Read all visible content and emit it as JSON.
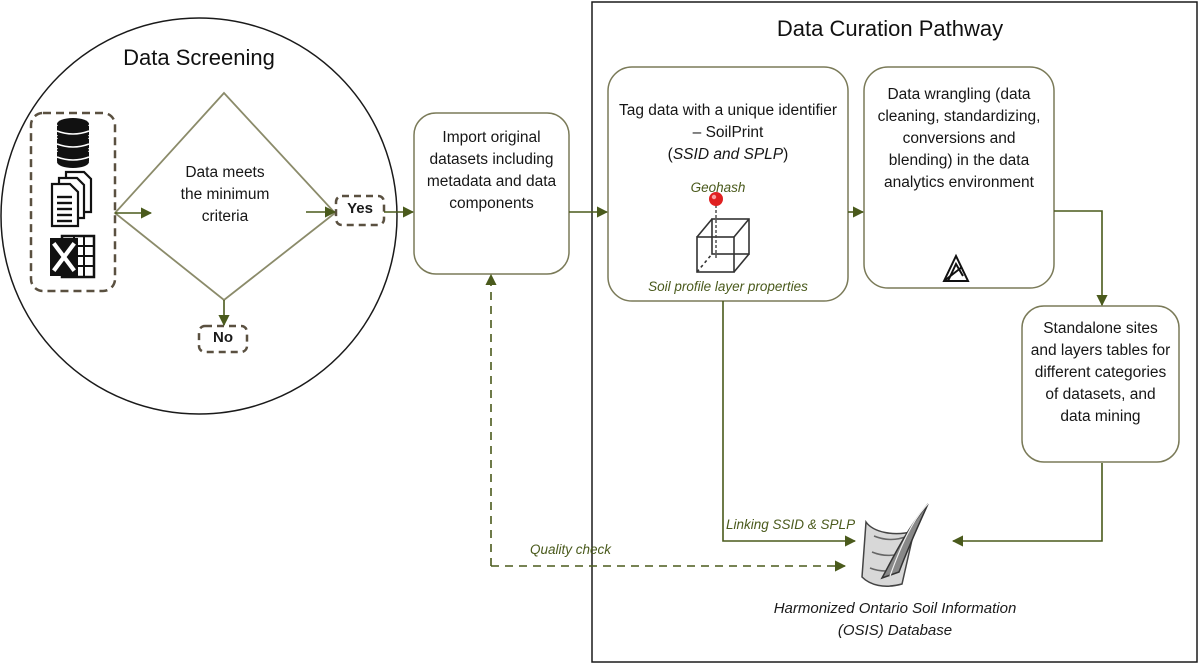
{
  "colors": {
    "arrow": "#4a5a1c",
    "box_stroke": "#7a7a58",
    "frame": "#1a1a1a",
    "dashed_box": "#5a5040",
    "pin": "#e02020"
  },
  "icons": [
    "database-icon",
    "document-stack-icon",
    "excel-icon",
    "cube-icon",
    "location-pin-icon",
    "analytics-logo-icon",
    "osis-logo-icon"
  ],
  "screening": {
    "title": "Data Screening",
    "decision": "Data meets the minimum criteria",
    "yes_label": "Yes",
    "no_label": "No"
  },
  "import_box": {
    "text": "Import original datasets including metadata and data components"
  },
  "curation": {
    "title": "Data Curation Pathway",
    "tag_box": {
      "line1": "Tag data with a unique identifier – SoilPrint",
      "line2_open": "(",
      "line2_italic": "SSID and SPLP",
      "line2_close": ")",
      "geohash": "Geohash",
      "profile": "Soil profile layer properties"
    },
    "wrangling_box": {
      "text": "Data wrangling (data cleaning, standardizing, conversions and blending) in the data analytics environment"
    },
    "standalone_box": {
      "text": "Standalone sites and layers tables for different categories of datasets, and data mining"
    }
  },
  "links": {
    "linking": "Linking SSID & SPLP",
    "quality": "Quality check"
  },
  "database": {
    "line1": "Harmonized Ontario Soil Information",
    "line2": "(OSIS) Database"
  }
}
